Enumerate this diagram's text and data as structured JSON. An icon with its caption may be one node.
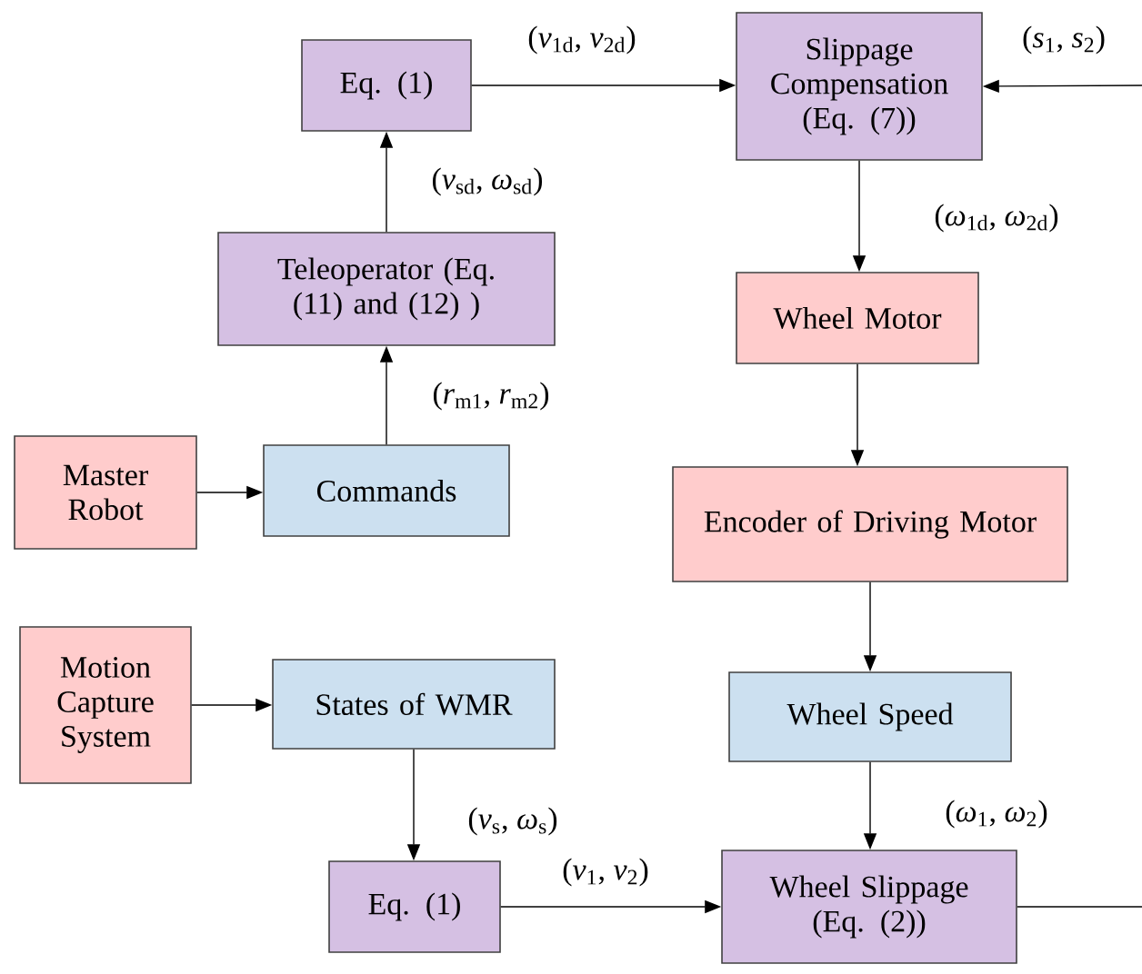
{
  "diagram": {
    "nodes": [
      {
        "text": [
          "Eq. (1)"
        ]
      },
      {
        "text": [
          "Slippage Compensation (Eq. (7))"
        ]
      },
      {
        "text": [
          "Teleoperator (Eq. (11) and (12) )"
        ]
      },
      {
        "text": [
          "Wheel Motor"
        ]
      },
      {
        "text": [
          "Master Robot"
        ]
      },
      {
        "text": [
          "Commands"
        ]
      },
      {
        "text": [
          "Encoder of Driving Motor"
        ]
      },
      {
        "text": [
          "Motion Capture System"
        ]
      },
      {
        "text": [
          "States of WMR"
        ]
      },
      {
        "text": [
          "Wheel Speed"
        ]
      },
      {
        "text": [
          "Eq. (1)"
        ]
      },
      {
        "text": [
          "Wheel Slippage (Eq. (2))"
        ]
      }
    ],
    "edges": [
      {
        "from": 4,
        "to": 5,
        "arrow": "to"
      },
      {
        "from": 5,
        "to": 2,
        "arrow": "to",
        "label": "(*r*$_{m1}$, *r*$_{m2}$)"
      },
      {
        "from": 2,
        "to": 0,
        "arrow": "to",
        "label": "(*v*$_{sd}$, *ω*$_{sd}$)"
      },
      {
        "from": 0,
        "to": 1,
        "arrow": "to",
        "label": "(*v*$_{1d}$, *v*$_{2d}$)"
      },
      {
        "from": null,
        "to": 1,
        "arrow": "to",
        "label": "(*s*$_{1}$, *s*$_{2}$)"
      },
      {
        "from": 1,
        "to": 3,
        "arrow": "to",
        "label": "(*ω*$_{1d}$, *ω*$_{2d}$)"
      },
      {
        "from": 3,
        "to": 6,
        "arrow": "to"
      },
      {
        "from": 6,
        "to": 9,
        "arrow": "to"
      },
      {
        "from": 9,
        "to": 11,
        "arrow": "to",
        "label": "(*ω*$_{1}$, *ω*$_{2}$)"
      },
      {
        "from": 7,
        "to": 8,
        "arrow": "to"
      },
      {
        "from": 8,
        "to": 10,
        "arrow": "to",
        "label": "(*v*$_{s}$, *ω*$_{s}$)"
      },
      {
        "from": 10,
        "to": 11,
        "arrow": "to",
        "label": "(*v*$_{1}$, *v*$_{2}$)"
      },
      {
        "from": 11,
        "to": null,
        "arrow": "none"
      }
    ]
  }
}
